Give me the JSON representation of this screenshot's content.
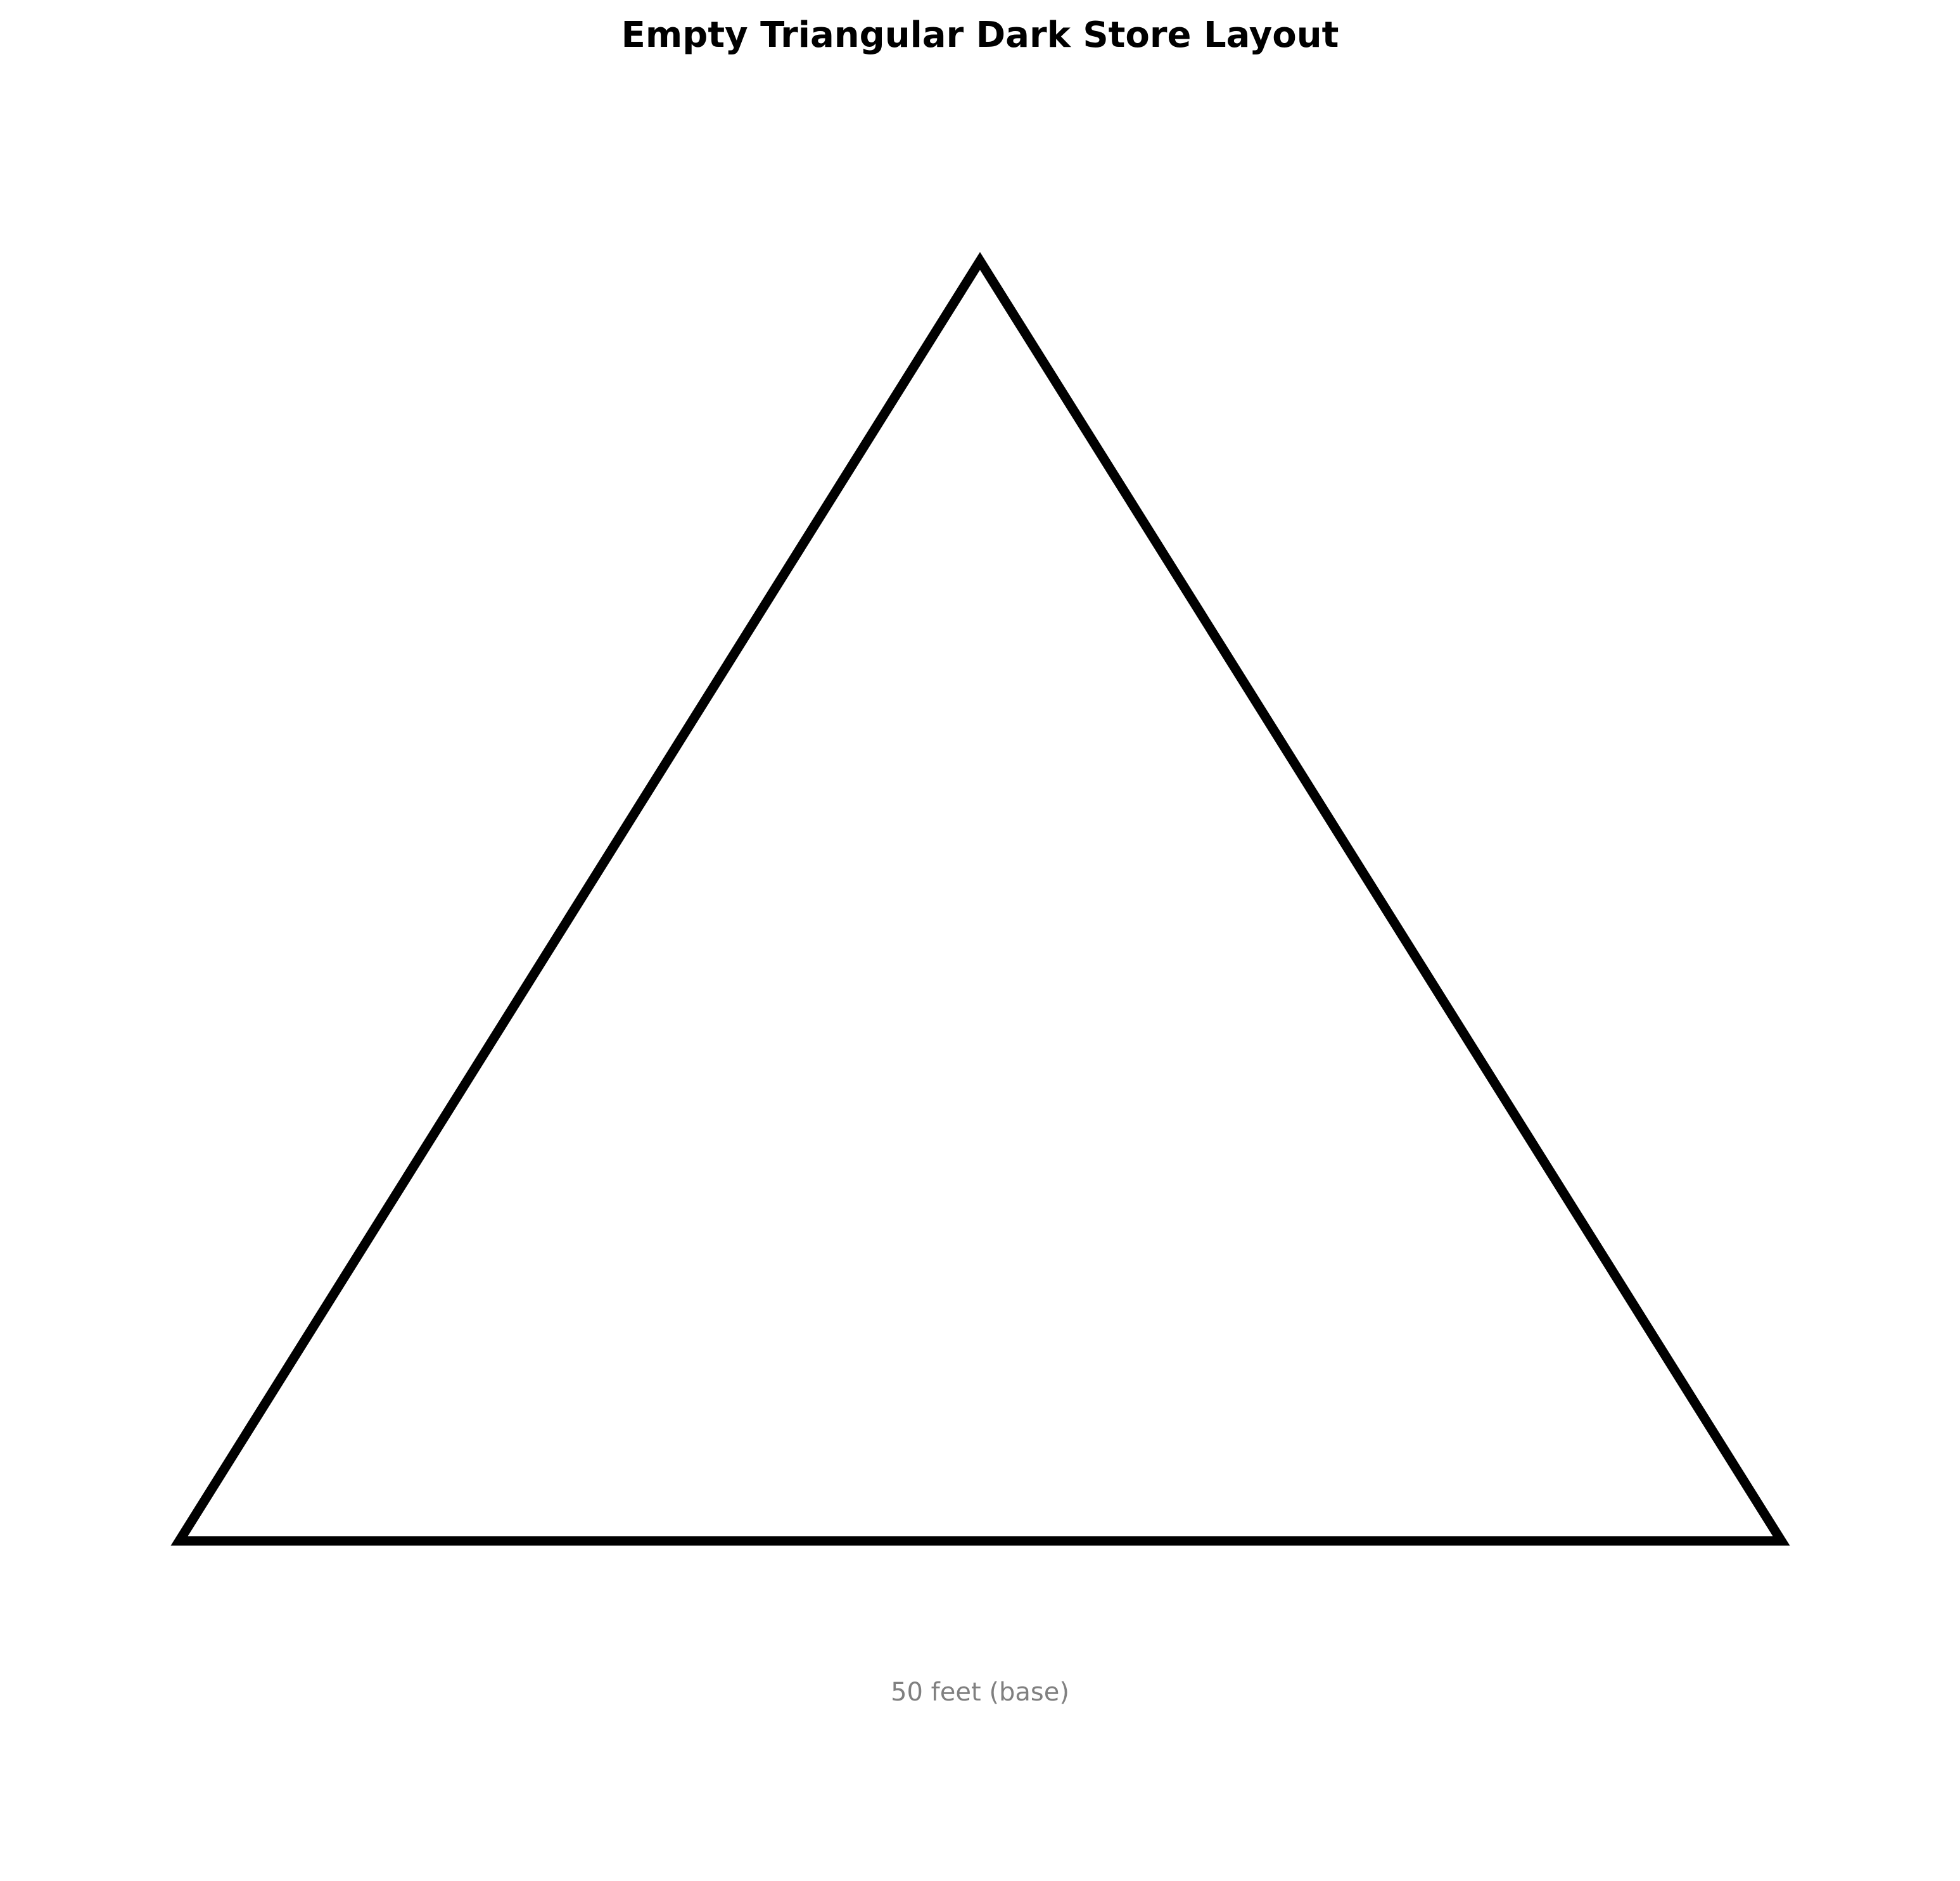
{
  "diagram": {
    "title": "Empty Triangular Dark Store Layout",
    "base_label": "50 feet (base)",
    "shape": "triangle",
    "colors": {
      "outline": "#000000",
      "title_text": "#000000",
      "label_text": "#808080",
      "background": "#ffffff"
    }
  }
}
